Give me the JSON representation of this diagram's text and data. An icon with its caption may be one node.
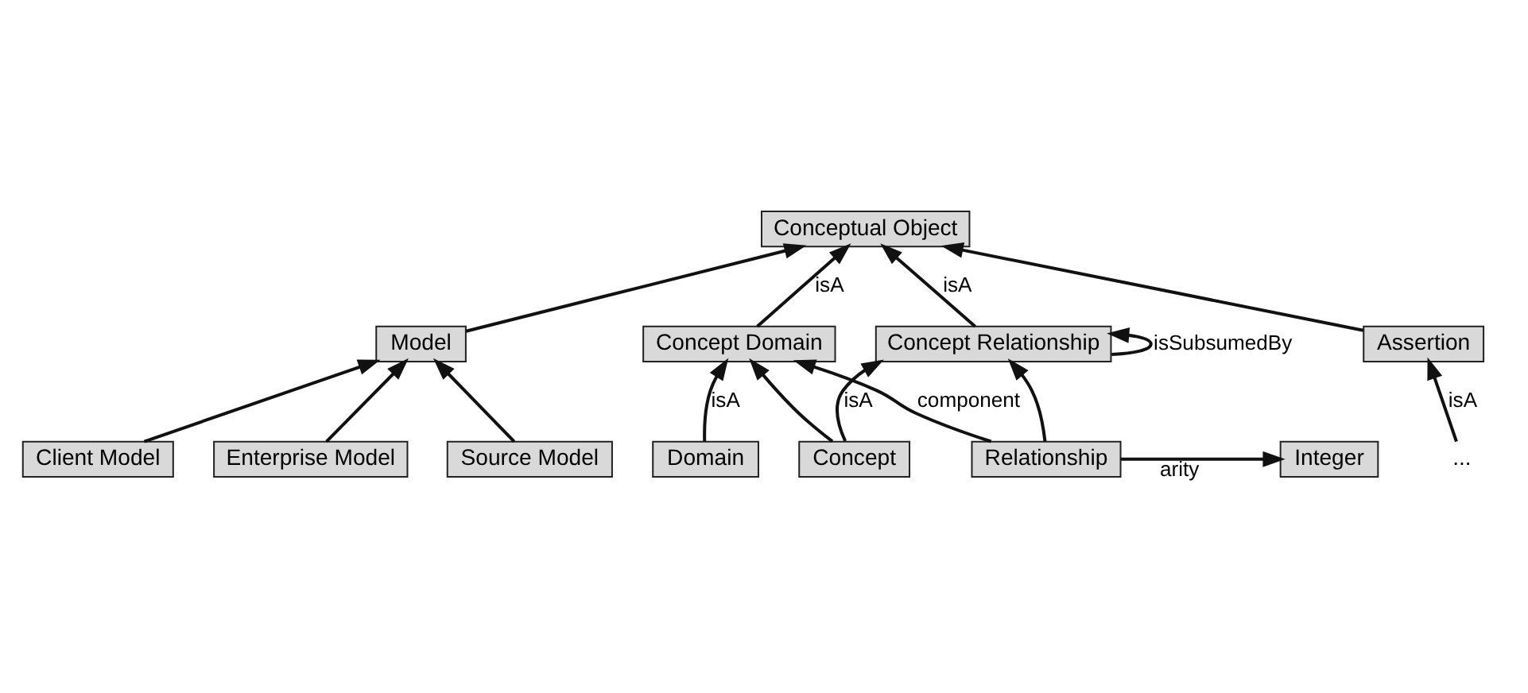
{
  "diagram": {
    "nodes": [
      {
        "text": [
          "Conceptual Object"
        ]
      },
      {
        "text": [
          "Model"
        ]
      },
      {
        "text": [
          "Concept Domain"
        ]
      },
      {
        "text": [
          "Concept Relationship"
        ]
      },
      {
        "text": [
          "Assertion"
        ]
      },
      {
        "text": [
          "Client Model"
        ]
      },
      {
        "text": [
          "Enterprise Model"
        ]
      },
      {
        "text": [
          "Source Model"
        ]
      },
      {
        "text": [
          "..."
        ]
      },
      {
        "text": [
          "Domain"
        ]
      },
      {
        "text": [
          "Concept"
        ]
      },
      {
        "text": [
          "Relationship"
        ]
      },
      {
        "text": [
          "Integer"
        ]
      }
    ],
    "edges": [
      {
        "from": 1,
        "to": 0,
        "arrow": "to"
      },
      {
        "from": 2,
        "to": 0,
        "arrow": "to",
        "label": "isA"
      },
      {
        "from": 3,
        "to": 0,
        "arrow": "to",
        "label": "isA"
      },
      {
        "from": 4,
        "to": 0,
        "arrow": "to"
      },
      {
        "from": 5,
        "to": 1,
        "arrow": "to"
      },
      {
        "from": 6,
        "to": 1,
        "arrow": "to"
      },
      {
        "from": 7,
        "to": 1,
        "arrow": "to"
      },
      {
        "from": 8,
        "to": 4,
        "arrow": "to",
        "label": "isA"
      },
      {
        "from": 3,
        "to": 3,
        "arrow": "to",
        "label": "isSubsumedBy"
      },
      {
        "from": 9,
        "to": 2,
        "arrow": "to",
        "label": "isA"
      },
      {
        "from": 10,
        "to": 2,
        "arrow": "to"
      },
      {
        "from": 10,
        "to": 3,
        "arrow": "to",
        "label": "isA"
      },
      {
        "from": 11,
        "to": 3,
        "arrow": "to"
      },
      {
        "from": 11,
        "to": 12,
        "arrow": "to",
        "label": "arity"
      },
      {
        "from": 11,
        "to": 2,
        "arrow": "to",
        "label": "component"
      }
    ]
  }
}
